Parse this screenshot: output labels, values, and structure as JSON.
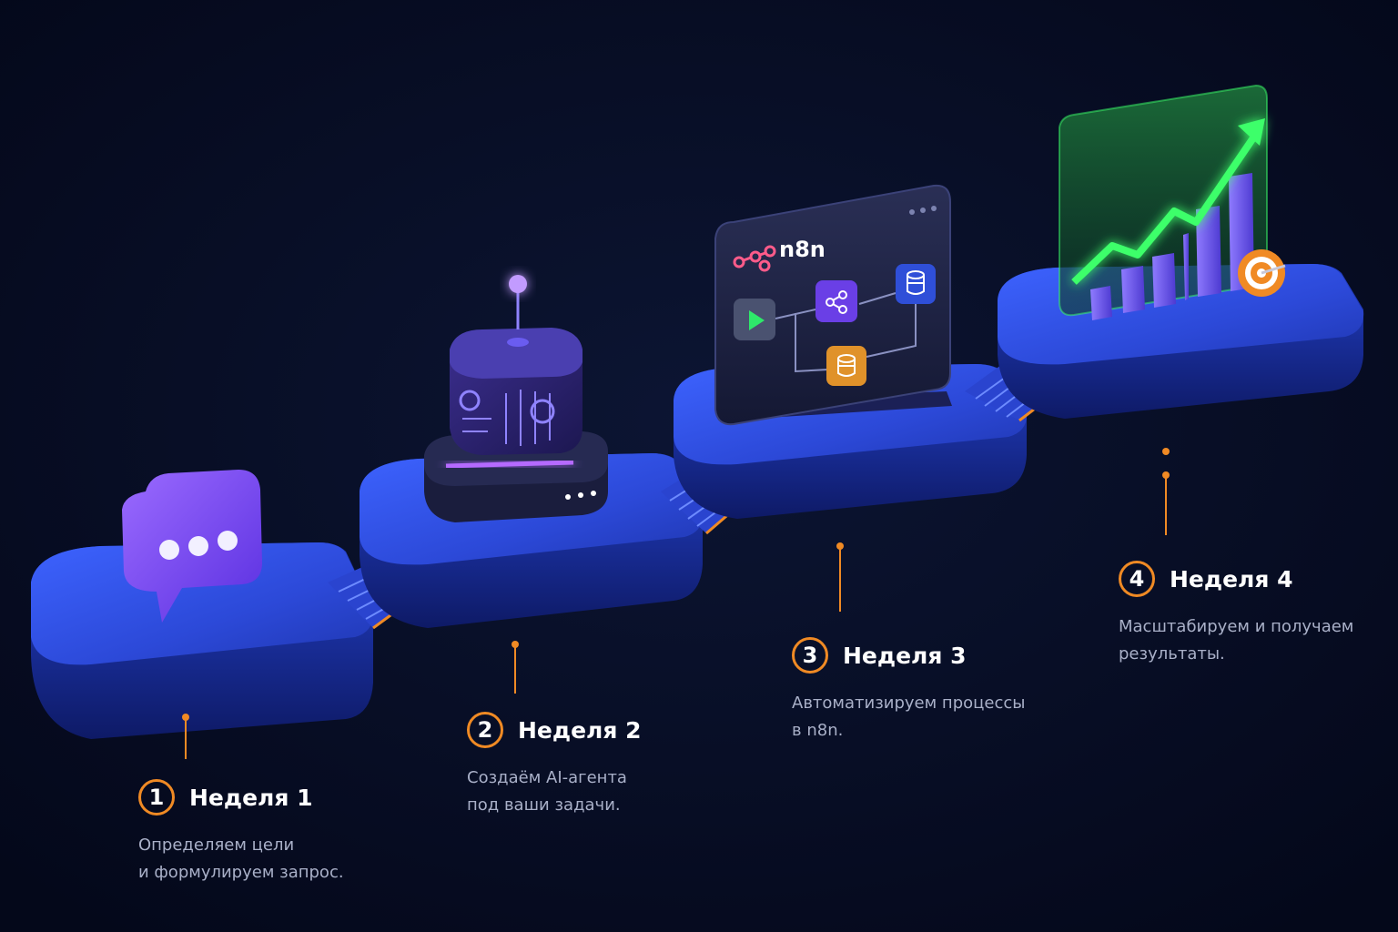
{
  "steps": [
    {
      "number": "1",
      "title": "Неделя 1",
      "desc_line1": "Определяем цели",
      "desc_line2": "и формулируем запрос.",
      "icon": "chat-bubble-icon"
    },
    {
      "number": "2",
      "title": "Неделя 2",
      "desc_line1": "Создаём AI-агента",
      "desc_line2": "под ваши задачи.",
      "icon": "ai-cube-icon"
    },
    {
      "number": "3",
      "title": "Неделя 3",
      "desc_line1": "Автоматизируем процессы",
      "desc_line2": "в n8n.",
      "icon": "workflow-screen-icon"
    },
    {
      "number": "4",
      "title": "Неделя 4",
      "desc_line1": "Масштабируем и получаем",
      "desc_line2": "результаты.",
      "icon": "growth-chart-icon"
    }
  ],
  "workflow_panel": {
    "logo_text": "n8n"
  },
  "colors": {
    "background": "#050a1c",
    "platform": "#2f4fe0",
    "accent_orange": "#f08a24",
    "chat_purple": "#7a4dff",
    "growth_green": "#3cff6a"
  }
}
